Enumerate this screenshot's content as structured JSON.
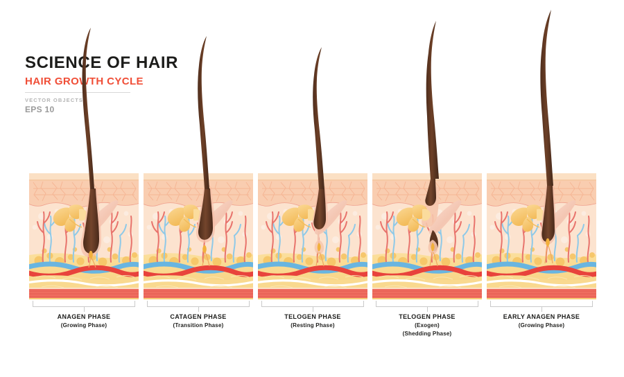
{
  "header": {
    "title": "SCIENCE OF HAIR",
    "subtitle": "HAIR GROWTH CYCLE",
    "vector_objects": "VECTOR OBJECTS",
    "eps": "EPS 10"
  },
  "colors": {
    "accent_red": "#f04e37",
    "title_black": "#1d1d1b",
    "meta_gray": "#b4b4b4",
    "bracket_gray": "#c9c9c9",
    "stratum_corneum": "#fbe0c4",
    "epidermis": "#f9cdb0",
    "epidermis_texture": "#f6bb9c",
    "dermis": "#fce3cf",
    "dermis_deep": "#fbd9c2",
    "hypodermis": "#f9d98f",
    "fat_cell": "#f7c96a",
    "muscle_band": "#ef6d60",
    "artery_red": "#e8433c",
    "vein_blue": "#69b5e0",
    "capillary_red": "#e8736c",
    "capillary_blue": "#8ec9e8",
    "sebaceous": "#f7c873",
    "arrector_pili": "#f7cfc0",
    "hair_dark": "#5b3521",
    "hair_mid": "#74452c",
    "follicle_sheath": "#f6bfa8",
    "papilla": "#f2b03c",
    "fascia_white": "#ffffff"
  },
  "panels": [
    {
      "id": "anagen",
      "title": "ANAGEN PHASE",
      "sub1": "(Growing Phase)",
      "sub2": ""
    },
    {
      "id": "catagen",
      "title": "CATAGEN PHASE",
      "sub1": "(Transition Phase)",
      "sub2": ""
    },
    {
      "id": "telogen",
      "title": "TELOGEN PHASE",
      "sub1": "(Resting Phase)",
      "sub2": ""
    },
    {
      "id": "exogen",
      "title": "TELOGEN PHASE",
      "sub1": "(Exogen)",
      "sub2": "(Shedding Phase)"
    },
    {
      "id": "early-anagen",
      "title": "EARLY ANAGEN PHASE",
      "sub1": "(Growing Phase)",
      "sub2": ""
    }
  ]
}
